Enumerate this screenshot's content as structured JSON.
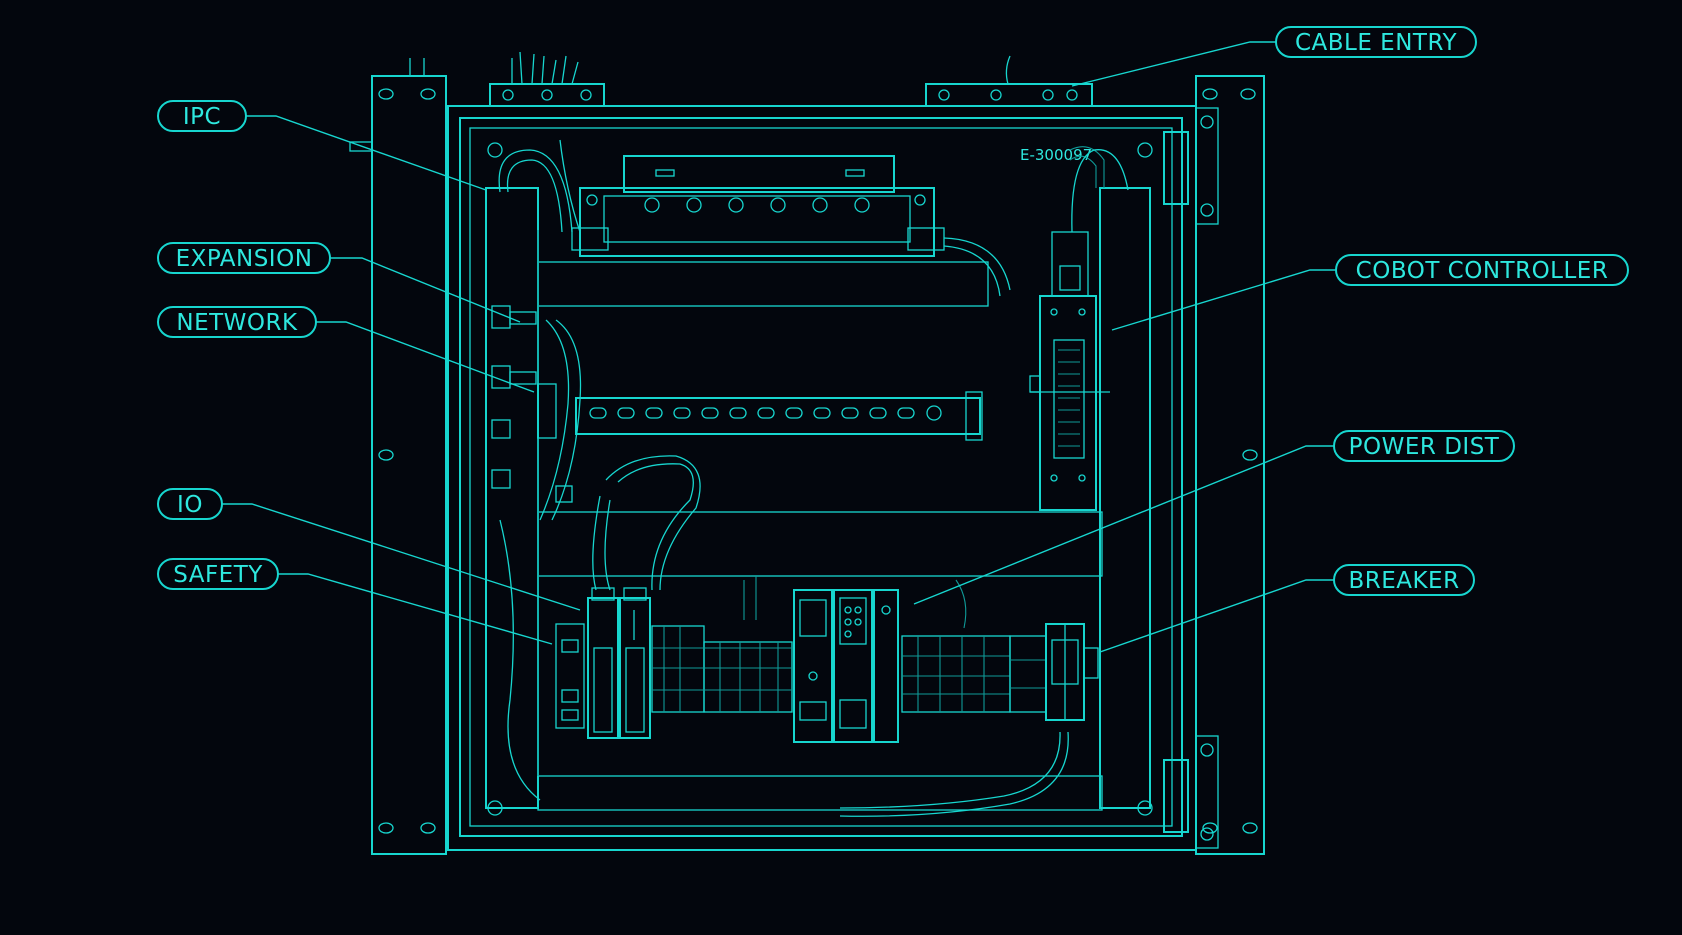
{
  "serial_label": "E-300097",
  "callouts": {
    "ipc": "IPC",
    "expansion": "EXPANSION",
    "network": "NETWORK",
    "io": "IO",
    "safety": "SAFETY",
    "cable_entry": "CABLE ENTRY",
    "cobot_controller": "COBOT CONTROLLER",
    "power_dist": "POWER DIST",
    "breaker": "BREAKER"
  },
  "colors": {
    "line": "#17d6cf",
    "text": "#2ee8df",
    "background": "#03060d"
  }
}
